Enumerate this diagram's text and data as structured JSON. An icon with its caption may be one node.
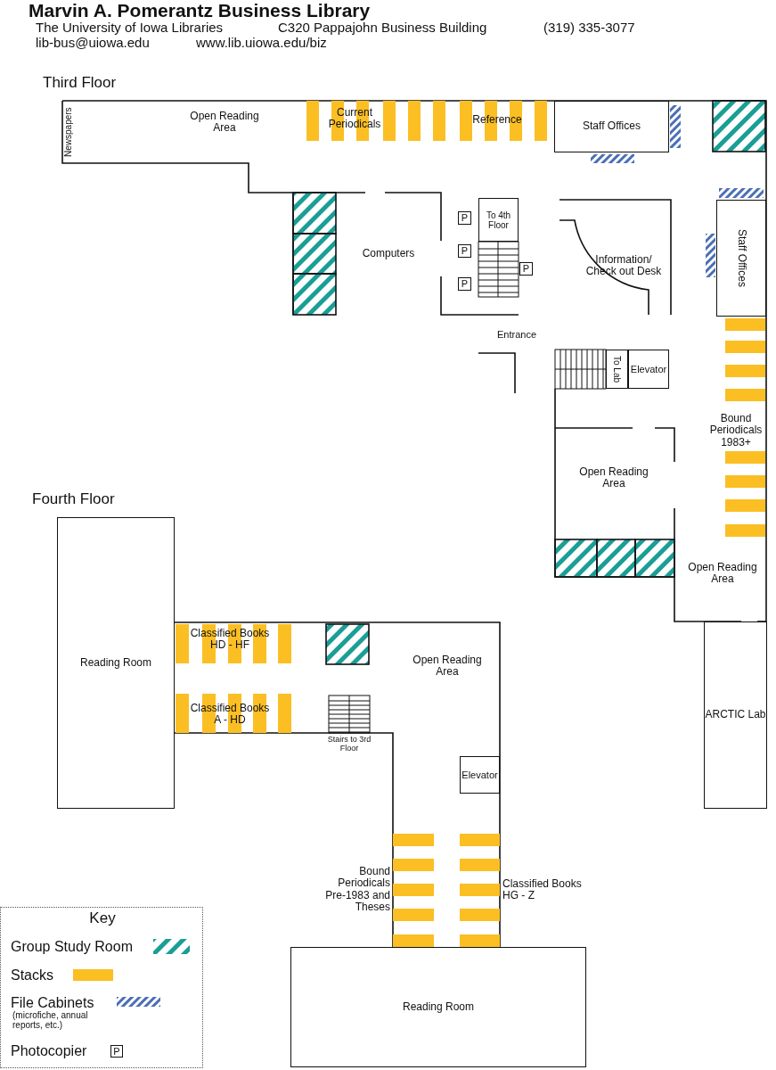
{
  "diagram": {
    "title": "Marvin A. Pomerantz Business Library",
    "nodes": [
      {
        "text": [
          "Staff Offices"
        ]
      },
      {
        "text": [
          "Computers"
        ]
      },
      {
        "text": [
          "To 4th Floor"
        ]
      },
      {
        "text": [
          "Information/ Check out Desk"
        ]
      },
      {
        "text": [
          "Staff Offices"
        ]
      },
      {
        "text": [
          "To Lab"
        ]
      },
      {
        "text": [
          "Elevator"
        ]
      },
      {
        "text": [
          "ARCTIC Lab"
        ]
      },
      {
        "text": [
          "Reading Room"
        ]
      },
      {
        "text": [
          "Elevator"
        ]
      },
      {
        "text": [
          "Reading Room"
        ]
      },
      {
        "text": [
          "P"
        ]
      },
      {
        "text": [
          "P"
        ]
      },
      {
        "text": [
          "P"
        ]
      },
      {
        "text": [
          "P"
        ]
      }
    ],
    "labels": [
      "The University of Iowa Libraries",
      "C320 Pappajohn Business Building",
      "(319) 335-3077",
      "lib-bus@uiowa.edu",
      "www.lib.uiowa.edu/biz",
      "Third Floor",
      "Newspapers",
      "Open Reading Area",
      "Current Periodicals",
      "Reference",
      "Entrance",
      "Bound Periodicals 1983+",
      "Open Reading Area",
      "Open Reading Area",
      "Fourth Floor",
      "Classified Books HD - HF",
      "Classified Books A - HD",
      "Open Reading Area",
      "Stairs to 3rd Floor",
      "Bound Periodicals Pre-1983 and Theses",
      "Classified Books HG - Z",
      "Key",
      "(microfiche, annual reports, etc.)",
      "P"
    ],
    "legend": [
      {
        "text": "Group Study Room",
        "color": "#1a9e96"
      },
      {
        "text": "Stacks",
        "color": "#fbbf24"
      },
      {
        "text": "File Cabinets",
        "color": "#4a6fb5"
      },
      {
        "text": "Photocopier"
      }
    ]
  }
}
